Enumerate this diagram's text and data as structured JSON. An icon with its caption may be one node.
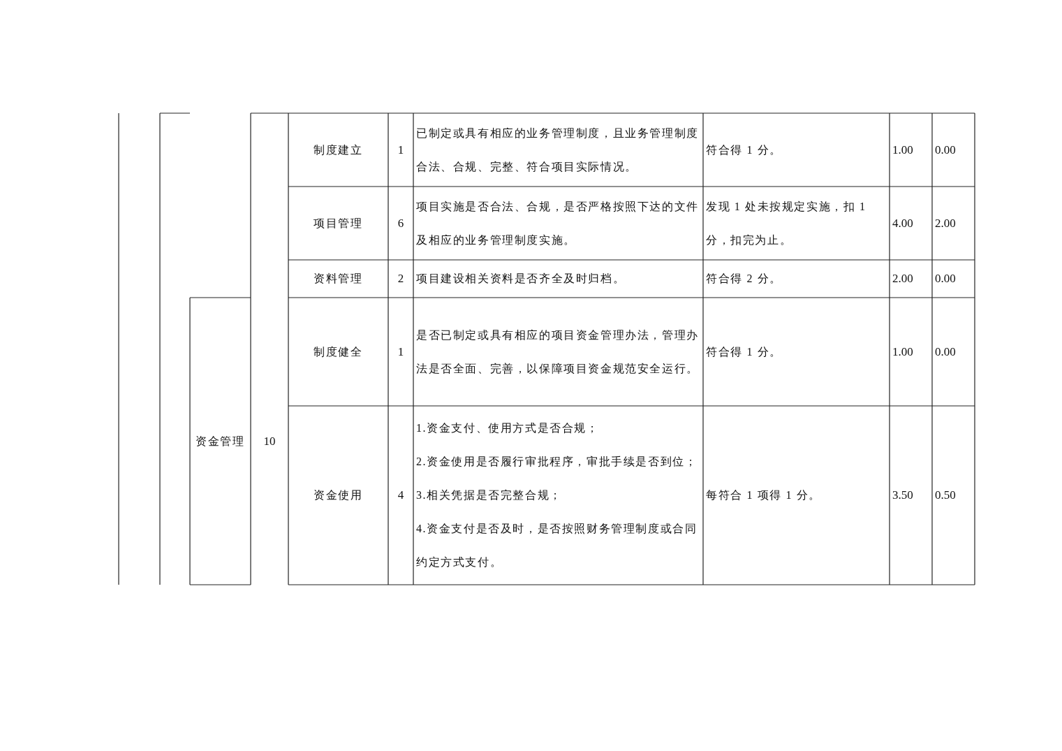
{
  "diagram": {
    "labels": [
      "制度建立",
      "1",
      "已制定或具有相应的业务管理制度，且业务管理制度合法、合规、完整、符合项目实际情况。",
      "符合得 1 分。",
      "1.00",
      "0.00",
      "项目管理",
      "6",
      "项目实施是否合法、合规，是否严格按照下达的文件及相应的业务管理制度实施。",
      "发现 1 处未按规定实施，扣 1 分，扣完为止。",
      "4.00",
      "2.00",
      "资料管理",
      "2",
      "项目建设相关资料是否齐全及时归档。",
      "符合得 2 分。",
      "2.00",
      "0.00",
      "资金管理",
      "10",
      "制度健全",
      "1",
      "是否已制定或具有相应的项目资金管理办法，管理办法是否全面、完善，以保障项目资金规范安全运行。",
      "符合得 1 分。",
      "1.00",
      "0.00",
      "资金使用",
      "4",
      "1.资金支付、使用方式是否合规；",
      "2.资金使用是否履行审批程序，审批手续是否到位；",
      "3.相关凭据是否完整合规；",
      "4.资金支付是否及时，是否按照财务管理制度或合同约定方式支付。",
      "每符合 1 项得 1 分。",
      "3.50",
      "0.50"
    ]
  }
}
